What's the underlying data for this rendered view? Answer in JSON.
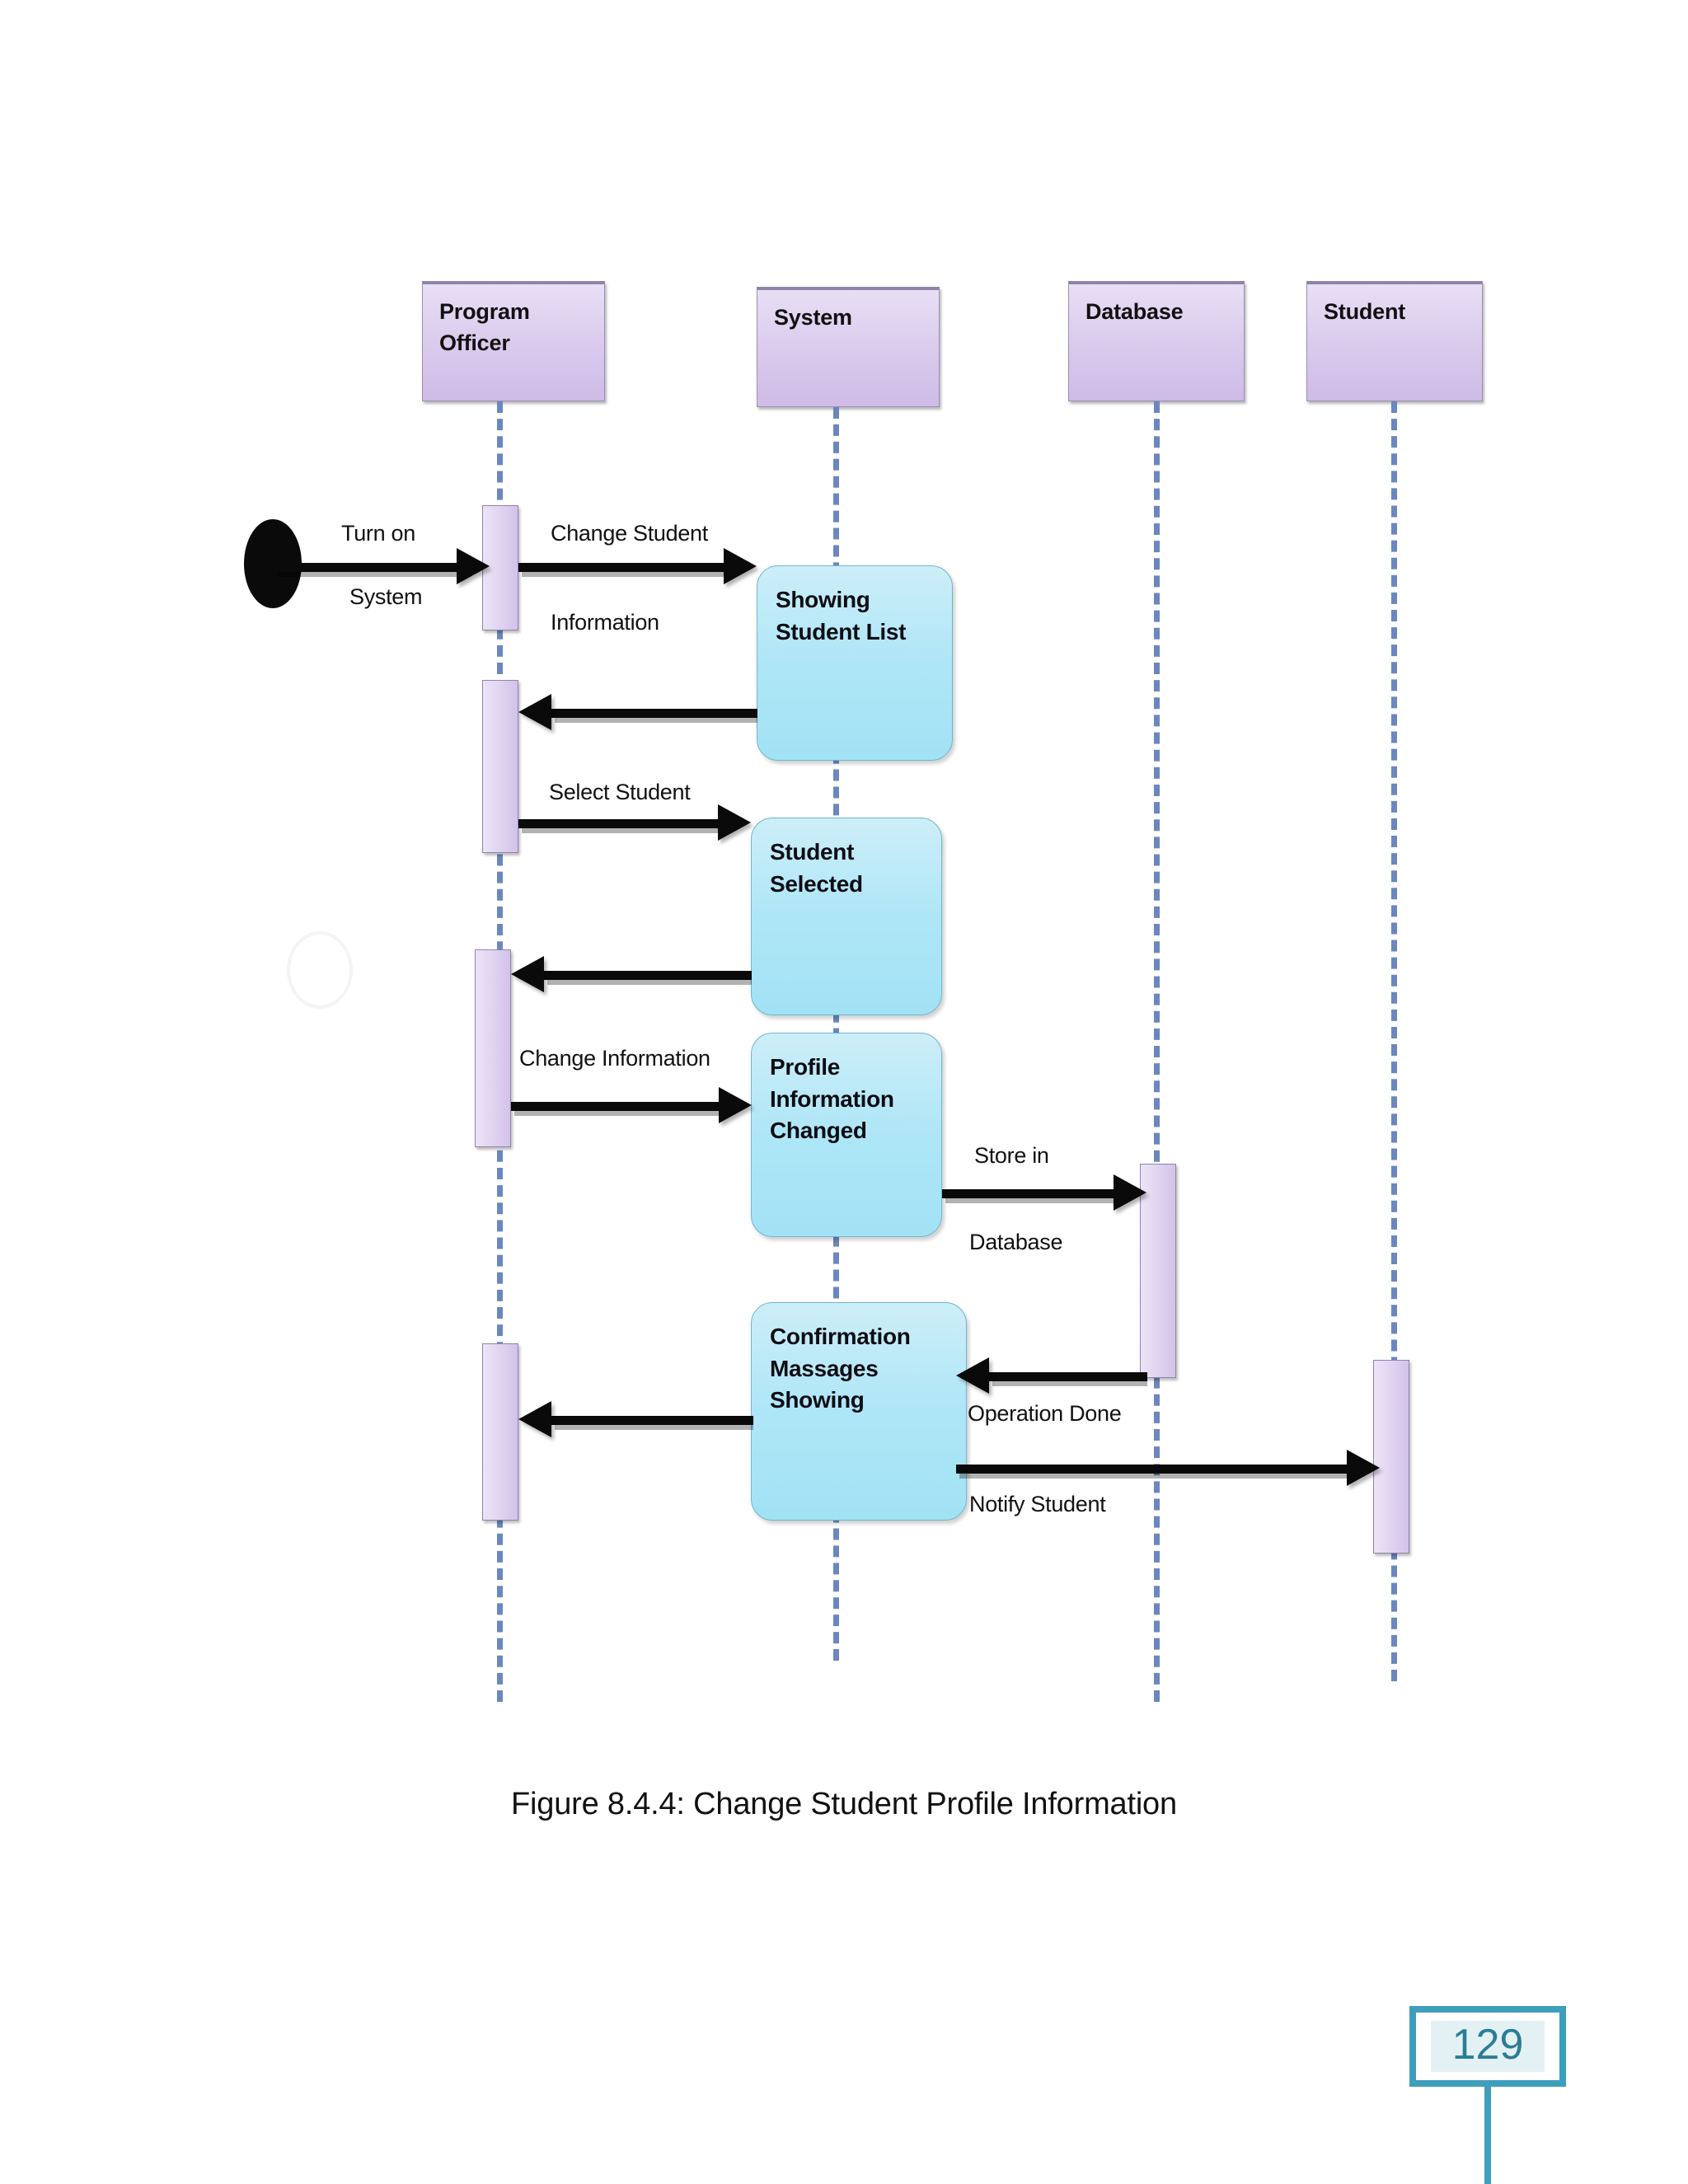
{
  "document": {
    "page_number": "129",
    "figure_caption": "Figure 8.4.4: Change Student Profile Information"
  },
  "diagram": {
    "type": "uml-sequence-diagram",
    "title": "Change Student Profile Information",
    "colors": {
      "lifeline_header_fill": "#dccdee",
      "lifeline_header_border": "#9b8fb5",
      "activation_fill": "#e3d7f2",
      "state_box_fill": "#aee6f7",
      "state_box_border": "#6fb6cd",
      "lifeline_dash": "#6b87bd",
      "arrow": "#0a0a0a",
      "page_number_accent": "#3f9ebc"
    },
    "lifelines": [
      {
        "id": "program-officer",
        "label_line1": "Program",
        "label_line2": "Officer"
      },
      {
        "id": "system",
        "label_line1": "System",
        "label_line2": ""
      },
      {
        "id": "database",
        "label_line1": "Database",
        "label_line2": ""
      },
      {
        "id": "student",
        "label_line1": "Student",
        "label_line2": ""
      }
    ],
    "start_node": {
      "name": "start-node"
    },
    "state_boxes": [
      {
        "id": "showing-student-list",
        "line1": "Showing",
        "line2": "Student List",
        "line3": ""
      },
      {
        "id": "student-selected",
        "line1": "Student",
        "line2": "Selected",
        "line3": ""
      },
      {
        "id": "profile-information-changed",
        "line1": "Profile",
        "line2": "Information",
        "line3": "Changed"
      },
      {
        "id": "confirmation-massages-showing",
        "line1": "Confirmation",
        "line2": "Massages",
        "line3": "Showing"
      }
    ],
    "messages": [
      {
        "id": "turn-on-system",
        "above": "Turn on",
        "below": "System",
        "from": "start",
        "to": "program-officer",
        "direction": "right"
      },
      {
        "id": "change-student-information",
        "above": "Change Student",
        "below": "Information",
        "from": "program-officer",
        "to": "system",
        "direction": "right"
      },
      {
        "id": "showing-student-list-return",
        "above": "",
        "below": "",
        "from": "system",
        "to": "program-officer",
        "direction": "left"
      },
      {
        "id": "select-student",
        "above": "Select Student",
        "below": "",
        "from": "program-officer",
        "to": "system",
        "direction": "right"
      },
      {
        "id": "student-selected-return",
        "above": "",
        "below": "",
        "from": "system",
        "to": "program-officer",
        "direction": "left"
      },
      {
        "id": "change-information",
        "above": "Change Information",
        "below": "",
        "from": "program-officer",
        "to": "system",
        "direction": "right"
      },
      {
        "id": "store-in-database",
        "above": "Store in",
        "below": "Database",
        "from": "system",
        "to": "database",
        "direction": "right"
      },
      {
        "id": "operation-done",
        "above": "",
        "below": "Operation Done",
        "from": "database",
        "to": "system",
        "direction": "left"
      },
      {
        "id": "confirmation-return",
        "above": "",
        "below": "",
        "from": "system",
        "to": "program-officer",
        "direction": "left"
      },
      {
        "id": "notify-student",
        "above": "",
        "below": "Notify Student",
        "from": "system",
        "to": "student",
        "direction": "right"
      }
    ]
  }
}
